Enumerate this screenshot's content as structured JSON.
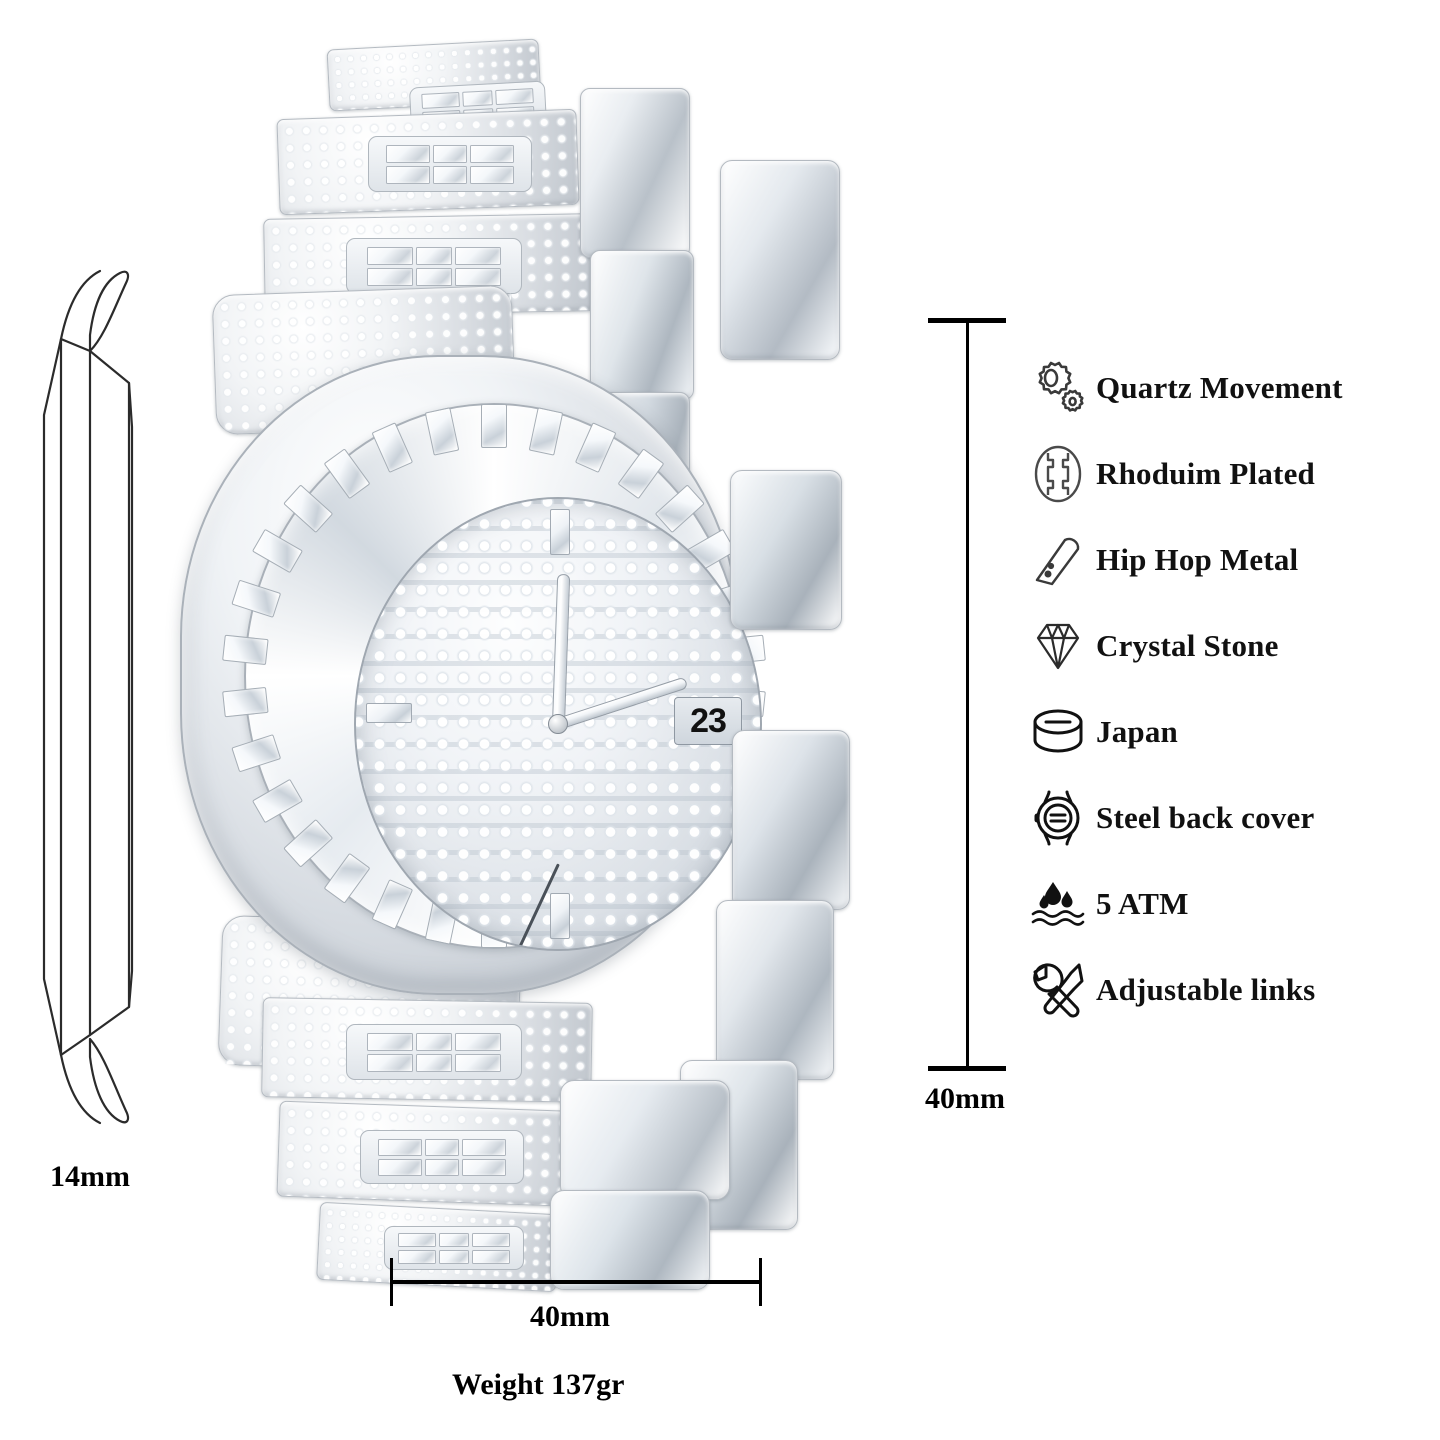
{
  "product": {
    "type": "iced-out hip hop wristwatch",
    "date_display": "23"
  },
  "dimensions": {
    "thickness": {
      "label": "14mm",
      "icon": "side-profile-drawing"
    },
    "case_width": {
      "label": "40mm"
    },
    "case_height": {
      "label": "40mm"
    },
    "weight": {
      "label": "Weight  137gr"
    }
  },
  "features": [
    {
      "icon": "gears-icon",
      "label": "Quartz Movement"
    },
    {
      "icon": "plating-oval-icon",
      "label": "Rhoduim Plated"
    },
    {
      "icon": "metal-bar-icon",
      "label": "Hip Hop Metal"
    },
    {
      "icon": "diamond-icon",
      "label": "Crystal Stone"
    },
    {
      "icon": "battery-cell-icon",
      "label": "Japan"
    },
    {
      "icon": "watch-case-icon",
      "label": "Steel back cover"
    },
    {
      "icon": "water-drops-icon",
      "label": "5 ATM"
    },
    {
      "icon": "wrench-screwdriver-icon",
      "label": "Adjustable links"
    }
  ],
  "colors": {
    "background": "#ffffff",
    "text": "#111111",
    "line": "#000000",
    "metal_light": "#ffffff",
    "metal_mid": "#d6dbe1",
    "metal_dark": "#aab1b9"
  }
}
